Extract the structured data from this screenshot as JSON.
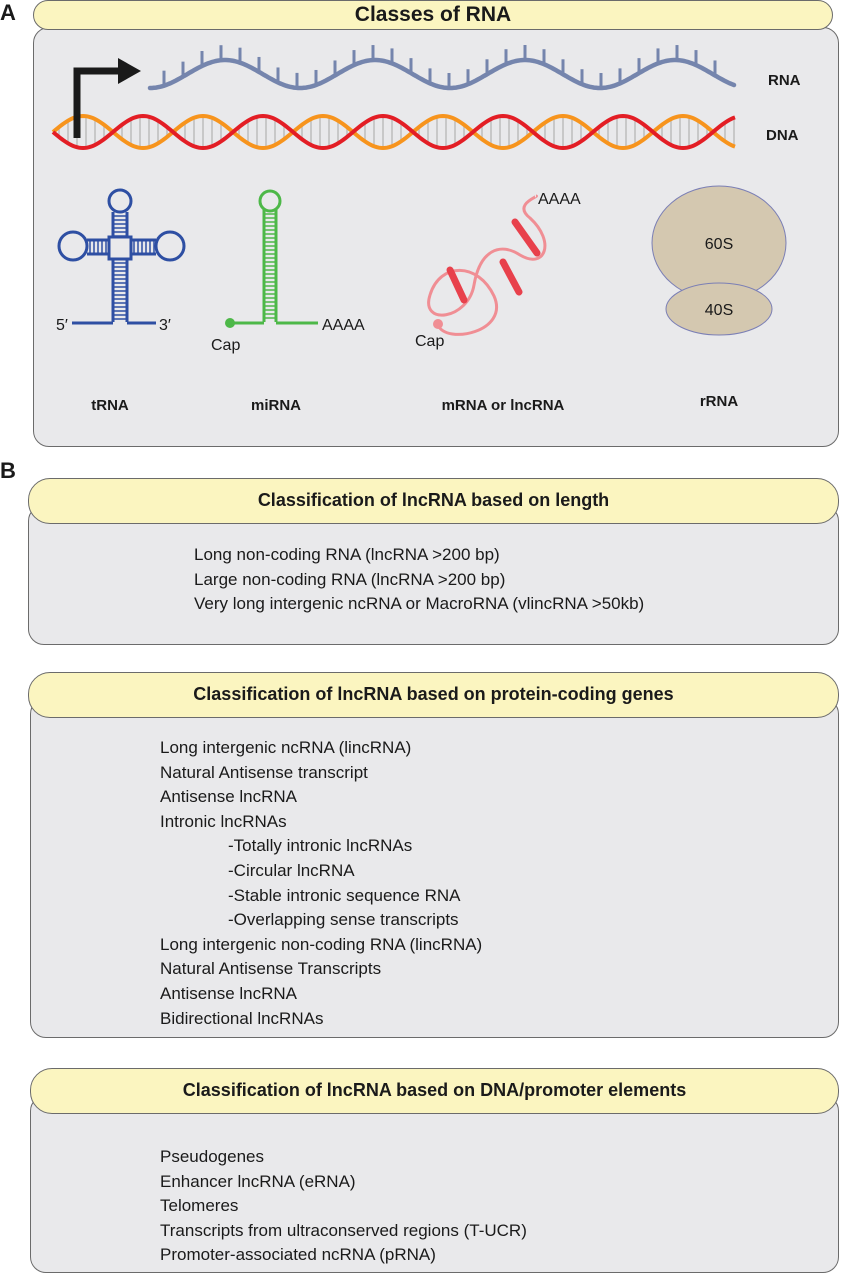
{
  "panel_a": {
    "letter": "A",
    "title": "Classes of RNA",
    "strand_labels": {
      "rna": "RNA",
      "dna": "DNA"
    },
    "trna": {
      "label": "tRNA",
      "five_prime": "5′",
      "three_prime": "3′"
    },
    "mirna": {
      "label": "miRNA",
      "cap": "Cap",
      "tail": "AAAA"
    },
    "mrna": {
      "label": "mRNA or lncRNA",
      "cap": "Cap",
      "tail": "AAAA"
    },
    "rrna": {
      "label": "rRNA",
      "large": "60S",
      "small": "40S"
    }
  },
  "panel_b": {
    "letter": "B",
    "sections": [
      {
        "title": "Classification of lncRNA based on length",
        "items": [
          {
            "text": "Long non-coding RNA (lncRNA >200 bp)"
          },
          {
            "text": "Large non-coding RNA (lncRNA >200 bp)"
          },
          {
            "text": "Very long intergenic ncRNA or MacroRNA (vlincRNA >50kb)"
          }
        ]
      },
      {
        "title": "Classification of lncRNA based on protein-coding genes",
        "items": [
          {
            "text": "Long intergenic ncRNA (lincRNA)"
          },
          {
            "text": "Natural Antisense transcript"
          },
          {
            "text": "Antisense lncRNA"
          },
          {
            "text": "Intronic lncRNAs"
          },
          {
            "text": "-Totally intronic lncRNAs",
            "sub": true
          },
          {
            "text": "-Circular lncRNA",
            "sub": true
          },
          {
            "text": "-Stable intronic sequence RNA",
            "sub": true
          },
          {
            "text": "-Overlapping sense transcripts",
            "sub": true
          },
          {
            "text": "Long intergenic non-coding RNA (lincRNA)"
          },
          {
            "text": "Natural Antisense Transcripts"
          },
          {
            "text": "Antisense lncRNA"
          },
          {
            "text": "Bidirectional lncRNAs"
          }
        ]
      },
      {
        "title": "Classification of lncRNA based on DNA/promoter elements",
        "items": [
          {
            "text": "Pseudogenes"
          },
          {
            "text": "Enhancer lncRNA (eRNA)"
          },
          {
            "text": "Telomeres"
          },
          {
            "text": "Transcripts from ultraconserved regions (T-UCR)"
          },
          {
            "text": "Promoter-associated ncRNA (pRNA)"
          }
        ]
      }
    ]
  },
  "colors": {
    "rna_strand": "#7585ad",
    "dna_strand_1": "#e31e25",
    "dna_strand_2": "#f7941d",
    "trna": "#2e4fa3",
    "mirna": "#4db848",
    "mrna_line": "#f08e94",
    "mrna_block": "#e8414c",
    "ribosome": "#d4c8b0",
    "ribosome_edge": "#7b7fb5",
    "panel_fill": "#e9e9eb",
    "title_fill": "#fbf5c0"
  }
}
